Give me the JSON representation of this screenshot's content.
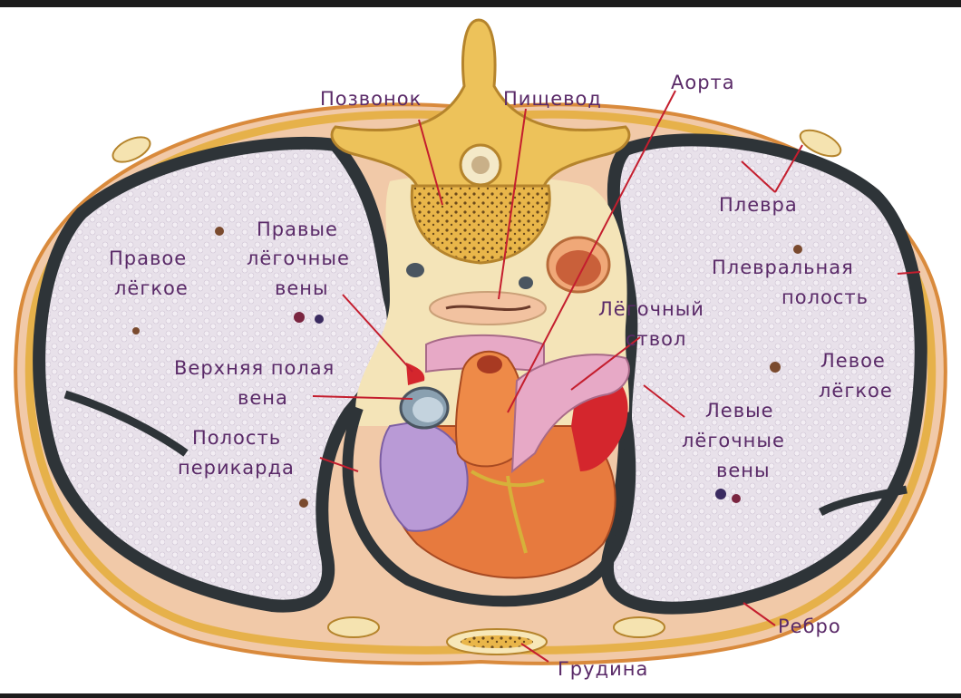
{
  "labels": {
    "vertebra": "Позвонок",
    "esophagus": "Пищевод",
    "aorta": "Аорта",
    "pleura": "Плевра",
    "right_lung_1": "Правое",
    "right_lung_2": "лёгкое",
    "right_pv_1": "Правые",
    "right_pv_2": "лёгочные",
    "right_pv_3": "вены",
    "pleural_cavity_1": "Плевральная",
    "pleural_cavity_2": "полость",
    "pulm_trunk_1": "Лёгочный",
    "pulm_trunk_2": "ствол",
    "svc_1": "Верхняя полая",
    "svc_2": "вена",
    "left_lung_1": "Левое",
    "left_lung_2": "лёгкое",
    "left_pv_1": "Левые",
    "left_pv_2": "лёгочные",
    "left_pv_3": "вены",
    "pericardial_1": "Полость",
    "pericardial_2": "перикарда",
    "rib": "Ребро",
    "sternum": "Грудина"
  },
  "colors": {
    "label_text": "#5a2a68",
    "leader_line": "#c41e2e",
    "bone": "#e8b84a",
    "lung": "#e6dfe8",
    "pleura_dark": "#2e3438",
    "heart": "#e77a3e",
    "vessel_pink": "#e7a9c6",
    "vessel_red": "#d4262d",
    "atrium_purple": "#b99ad6"
  }
}
